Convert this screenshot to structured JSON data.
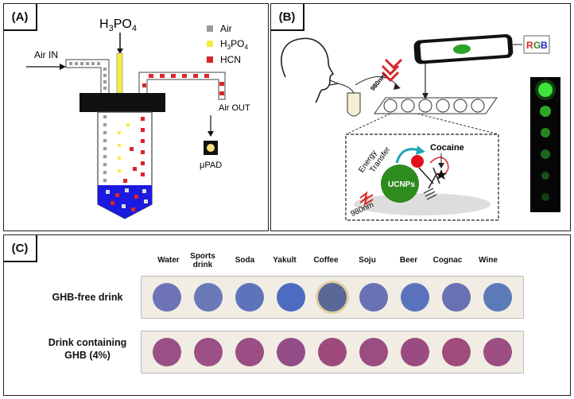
{
  "panel_a": {
    "tag": "(A)",
    "acid_label_main": "H",
    "acid_label_sub": "3",
    "acid_label_end": "PO",
    "acid_label_sub2": "4",
    "air_in": "Air IN",
    "air_out": "Air OUT",
    "upad": "μPAD",
    "legend": [
      {
        "label": "Air",
        "color": "#9a9a9a"
      },
      {
        "label": "H3PO4",
        "color": "#f4ec3c"
      },
      {
        "label": "HCN",
        "color": "#d9262b"
      }
    ]
  },
  "panel_b": {
    "tag": "(B)",
    "rgb_r": "R",
    "rgb_g": "G",
    "rgb_b": "B",
    "wavelength_top": "980nm",
    "wavelength_bottom": "980nm",
    "energy_transfer_1": "Energy",
    "energy_transfer_2": "Transfer",
    "ucnps": "UCNPs",
    "cocaine": "Cocaine"
  },
  "panel_c": {
    "tag": "(C)",
    "drinks": [
      "Water",
      "Sports\ndrink",
      "Soda",
      "Yakult",
      "Coffee",
      "Soju",
      "Beer",
      "Cognac",
      "Wine"
    ],
    "row_free": "GHB-free drink",
    "row_ghb_1": "Drink containing",
    "row_ghb_2": "GHB (4%)"
  },
  "colors": {
    "air": "#9a9a9a",
    "acid": "#f4ec3c",
    "hcn": "#d9262b",
    "liquid": "#1a1ae0",
    "ucnp": "#2e8b1e",
    "glow": "#3fe23a",
    "well_blue": "#6f72b8",
    "well_purple": "#9b4d83"
  }
}
